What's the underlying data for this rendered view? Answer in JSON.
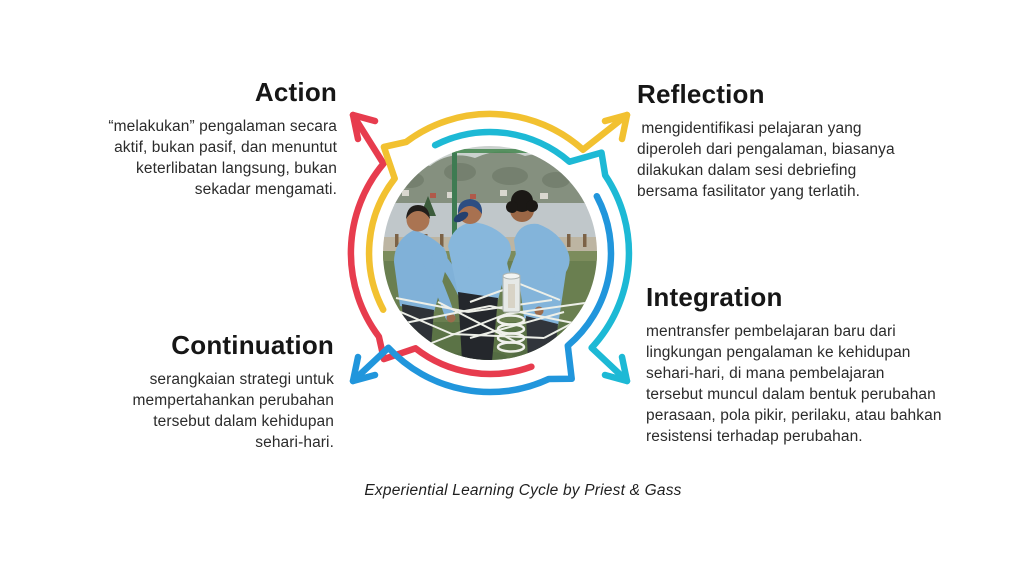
{
  "caption": "Experiential Learning Cycle by Priest & Gass",
  "sections": [
    {
      "id": "action",
      "title": "Action",
      "lines": [
        "“melakukan” pengalaman secara",
        "aktif, bukan pasif, dan menuntut",
        "keterlibatan langsung, bukan",
        "sekadar mengamati."
      ]
    },
    {
      "id": "reflection",
      "title": "Reflection",
      "lines": [
        " mengidentifikasi pelajaran yang",
        "diperoleh dari pengalaman, biasanya",
        "dilakukan dalam sesi debriefing",
        "bersama fasilitator yang terlatih."
      ]
    },
    {
      "id": "integration",
      "title": "Integration",
      "lines": [
        "mentransfer pembelajaran baru dari",
        "lingkungan pengalaman ke kehidupan",
        "sehari-hari, di mana pembelajaran",
        "tersebut muncul dalam bentuk perubahan",
        "perasaan, pola pikir, perilaku, atau bahkan",
        "resistensi terhadap perubahan."
      ]
    },
    {
      "id": "continuation",
      "title": "Continuation",
      "lines": [
        "serangkaian strategi untuk",
        "mempertahankan perubahan",
        "tersebut dalam kehidupan",
        "sehari-hari."
      ]
    }
  ],
  "cycle": {
    "direction": "clockwise",
    "arrows": [
      {
        "points_to": "Action",
        "color": "#e73c4e"
      },
      {
        "points_to": "Reflection",
        "color": "#f2c130"
      },
      {
        "points_to": "Integration",
        "color": "#1db9d5"
      },
      {
        "points_to": "Continuation",
        "color": "#2196dc"
      }
    ]
  },
  "photo": {
    "description": "Three men in light blue shirts doing an outdoor rope team-building game on grass beside a lake with hills behind"
  }
}
